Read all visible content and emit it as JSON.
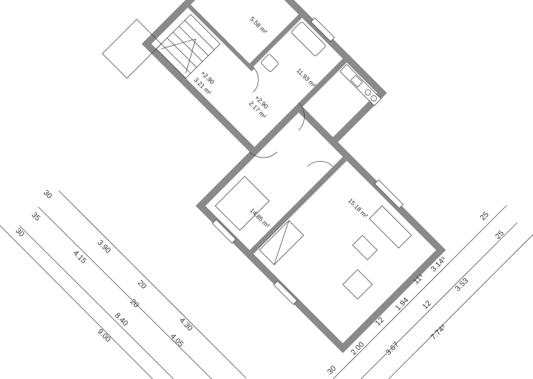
{
  "rooms": [
    {
      "id": "kitchen",
      "area": "11.93 m²"
    },
    {
      "id": "bath",
      "area": "5.58 m²"
    },
    {
      "id": "hall",
      "area": "2.17 m²",
      "height": "+2.90"
    },
    {
      "id": "living",
      "area": "15.18 m²"
    },
    {
      "id": "stair",
      "area": "3.21 m²",
      "height": "+2.90"
    },
    {
      "id": "bedroom",
      "area": "14.85 m²"
    }
  ],
  "dims_left": {
    "row1": [
      "30",
      "3.90",
      "20",
      "4.30"
    ],
    "row2": [
      "35",
      "4.15",
      "20",
      "4.05"
    ],
    "row3": [
      "30",
      "8.40"
    ],
    "row4": [
      "9.00"
    ]
  },
  "dims_right": {
    "row1": [
      "2.00",
      "12",
      "1.94",
      "11⁵",
      "3.14⁵",
      "25"
    ],
    "row2": [
      "3.67",
      "12",
      "3.53",
      "25"
    ],
    "row3": [
      "30",
      "7.74⁵"
    ]
  }
}
